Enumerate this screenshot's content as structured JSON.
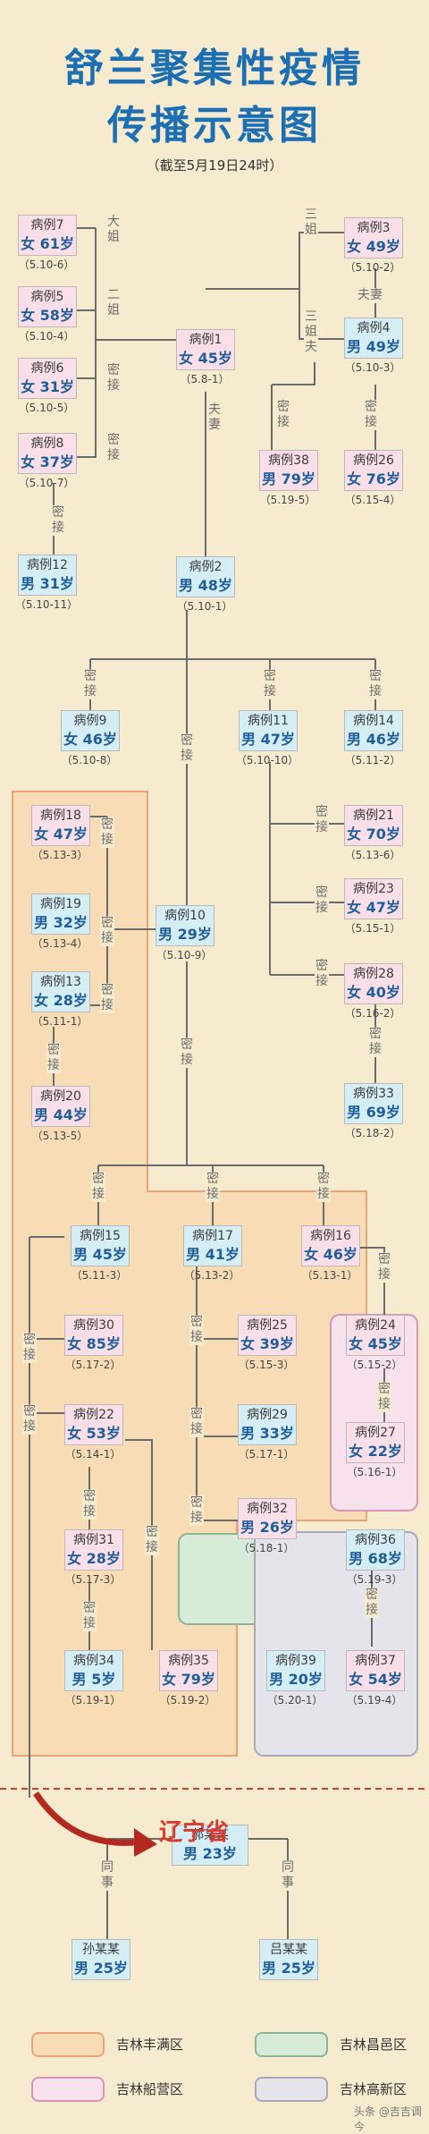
{
  "title_line1": "舒兰聚集性疫情",
  "title_line2": "传播示意图",
  "subtitle": "（截至5月19日24时）",
  "region_title": "辽宁省",
  "watermark": "头条 @吉吉调今",
  "colors": {
    "line": "#6b6b6b",
    "female_card": "#fadfe9",
    "male_card": "#d5eef6",
    "fengman_zone": "#f7dcb6",
    "changyi_zone": "#d6ecd8",
    "chuanying_zone": "#f7e1ec",
    "gaoxin_zone": "#e4e4ea",
    "title": "#1d6fb4",
    "province": "#d93a2b"
  },
  "cases": [
    {
      "id": "病例7",
      "gender_age": "女 61岁",
      "date": "（5.10-6）",
      "sex": "f"
    },
    {
      "id": "病例5",
      "gender_age": "女 58岁",
      "date": "（5.10-4）",
      "sex": "f"
    },
    {
      "id": "病例6",
      "gender_age": "女 31岁",
      "date": "（5.10-5）",
      "sex": "f"
    },
    {
      "id": "病例8",
      "gender_age": "女 37岁",
      "date": "（5.10-7）",
      "sex": "f"
    },
    {
      "id": "病例12",
      "gender_age": "男 31岁",
      "date": "（5.10-11）",
      "sex": "m"
    },
    {
      "id": "病例1",
      "gender_age": "女 45岁",
      "date": "（5.8-1）",
      "sex": "f"
    },
    {
      "id": "病例3",
      "gender_age": "女 49岁",
      "date": "（5.10-2）",
      "sex": "f"
    },
    {
      "id": "病例4",
      "gender_age": "男 49岁",
      "date": "（5.10-3）",
      "sex": "m"
    },
    {
      "id": "病例38",
      "gender_age": "男 79岁",
      "date": "（5.19-5）",
      "sex": "f"
    },
    {
      "id": "病例26",
      "gender_age": "女 76岁",
      "date": "（5.15-4）",
      "sex": "f"
    },
    {
      "id": "病例2",
      "gender_age": "男 48岁",
      "date": "（5.10-1）",
      "sex": "m"
    },
    {
      "id": "病例9",
      "gender_age": "女 46岁",
      "date": "（5.10-8）",
      "sex": "m"
    },
    {
      "id": "病例11",
      "gender_age": "男 47岁",
      "date": "（5.10-10）",
      "sex": "m"
    },
    {
      "id": "病例14",
      "gender_age": "男 46岁",
      "date": "（5.11-2）",
      "sex": "m"
    },
    {
      "id": "病例18",
      "gender_age": "女 47岁",
      "date": "（5.13-3）",
      "sex": "f"
    },
    {
      "id": "病例19",
      "gender_age": "男 32岁",
      "date": "（5.13-4）",
      "sex": "m"
    },
    {
      "id": "病例10",
      "gender_age": "男 29岁",
      "date": "（5.10-9）",
      "sex": "m"
    },
    {
      "id": "病例13",
      "gender_age": "女 28岁",
      "date": "（5.11-1）",
      "sex": "m"
    },
    {
      "id": "病例20",
      "gender_age": "男 44岁",
      "date": "（5.13-5）",
      "sex": "f"
    },
    {
      "id": "病例21",
      "gender_age": "女 70岁",
      "date": "（5.13-6）",
      "sex": "f"
    },
    {
      "id": "病例23",
      "gender_age": "女 47岁",
      "date": "（5.15-1）",
      "sex": "f"
    },
    {
      "id": "病例28",
      "gender_age": "女 40岁",
      "date": "（5.16-2）",
      "sex": "f"
    },
    {
      "id": "病例33",
      "gender_age": "男 69岁",
      "date": "（5.18-2）",
      "sex": "m"
    },
    {
      "id": "病例15",
      "gender_age": "男 45岁",
      "date": "（5.11-3）",
      "sex": "m"
    },
    {
      "id": "病例17",
      "gender_age": "男 41岁",
      "date": "（5.13-2）",
      "sex": "m"
    },
    {
      "id": "病例16",
      "gender_age": "女 46岁",
      "date": "（5.13-1）",
      "sex": "f"
    },
    {
      "id": "病例30",
      "gender_age": "女 85岁",
      "date": "（5.17-2）",
      "sex": "f"
    },
    {
      "id": "病例25",
      "gender_age": "女 39岁",
      "date": "（5.15-3）",
      "sex": "f"
    },
    {
      "id": "病例24",
      "gender_age": "女 45岁",
      "date": "（5.15-2）",
      "sex": "f"
    },
    {
      "id": "病例22",
      "gender_age": "女 53岁",
      "date": "（5.14-1）",
      "sex": "f"
    },
    {
      "id": "病例29",
      "gender_age": "男 33岁",
      "date": "（5.17-1）",
      "sex": "m"
    },
    {
      "id": "病例27",
      "gender_age": "女 22岁",
      "date": "（5.16-1）",
      "sex": "f"
    },
    {
      "id": "病例32",
      "gender_age": "男 26岁",
      "date": "（5.18-1）",
      "sex": "f"
    },
    {
      "id": "病例31",
      "gender_age": "女 28岁",
      "date": "（5.17-3）",
      "sex": "f"
    },
    {
      "id": "病例36",
      "gender_age": "男 68岁",
      "date": "（5.19-3）",
      "sex": "m"
    },
    {
      "id": "病例34",
      "gender_age": "男 5岁",
      "date": "（5.19-1）",
      "sex": "m"
    },
    {
      "id": "病例35",
      "gender_age": "女 79岁",
      "date": "（5.19-2）",
      "sex": "f"
    },
    {
      "id": "病例39",
      "gender_age": "男 20岁",
      "date": "（5.20-1）",
      "sex": "m"
    },
    {
      "id": "病例37",
      "gender_age": "女 54岁",
      "date": "（5.19-4）",
      "sex": "f"
    },
    {
      "id": "郝某某",
      "gender_age": "男 23岁",
      "date": "",
      "sex": "m"
    },
    {
      "id": "孙某某",
      "gender_age": "男 25岁",
      "date": "",
      "sex": "m"
    },
    {
      "id": "吕某某",
      "gender_age": "男 25岁",
      "date": "",
      "sex": "m"
    }
  ],
  "relations": [
    {
      "text": "大姐",
      "dir": "v"
    },
    {
      "text": "二姐",
      "dir": "v"
    },
    {
      "text": "密接",
      "dir": "v"
    },
    {
      "text": "密接",
      "dir": "v"
    },
    {
      "text": "三姐",
      "dir": "v"
    },
    {
      "text": "夫妻",
      "dir": "h"
    },
    {
      "text": "三姐夫",
      "dir": "v"
    },
    {
      "text": "夫妻",
      "dir": "v"
    },
    {
      "text": "密接",
      "dir": "v"
    },
    {
      "text": "密接",
      "dir": "v"
    },
    {
      "text": "密接",
      "dir": "v"
    },
    {
      "text": "密接",
      "dir": "v"
    },
    {
      "text": "密接",
      "dir": "v"
    },
    {
      "text": "密接",
      "dir": "v"
    },
    {
      "text": "密接",
      "dir": "v"
    },
    {
      "text": "密接",
      "dir": "v"
    },
    {
      "text": "密接",
      "dir": "v"
    },
    {
      "text": "密接",
      "dir": "v"
    },
    {
      "text": "密接",
      "dir": "v"
    },
    {
      "text": "密接",
      "dir": "v"
    },
    {
      "text": "密接",
      "dir": "v"
    },
    {
      "text": "密接",
      "dir": "v"
    },
    {
      "text": "密接",
      "dir": "v"
    },
    {
      "text": "密接",
      "dir": "v"
    },
    {
      "text": "密接",
      "dir": "v"
    },
    {
      "text": "密接",
      "dir": "v"
    },
    {
      "text": "密接",
      "dir": "v"
    },
    {
      "text": "密接",
      "dir": "v"
    },
    {
      "text": "密接",
      "dir": "v"
    },
    {
      "text": "密接",
      "dir": "v"
    },
    {
      "text": "密接",
      "dir": "v"
    },
    {
      "text": "密接",
      "dir": "v"
    },
    {
      "text": "密接",
      "dir": "v"
    },
    {
      "text": "密接",
      "dir": "v"
    },
    {
      "text": "密接",
      "dir": "v"
    },
    {
      "text": "密接",
      "dir": "v"
    },
    {
      "text": "密接",
      "dir": "v"
    },
    {
      "text": "密接",
      "dir": "v"
    },
    {
      "text": "同事",
      "dir": "v"
    },
    {
      "text": "同事",
      "dir": "v"
    }
  ],
  "legend": [
    {
      "label": "吉林丰满区",
      "color": "#f7dcb6",
      "border": "#e8a37a"
    },
    {
      "label": "吉林昌邑区",
      "color": "#d6ecd8",
      "border": "#8fb394"
    },
    {
      "label": "吉林船营区",
      "color": "#f7e1ec",
      "border": "#d896b6"
    },
    {
      "label": "吉林高新区",
      "color": "#e4e4ea",
      "border": "#a8a8b8"
    }
  ]
}
